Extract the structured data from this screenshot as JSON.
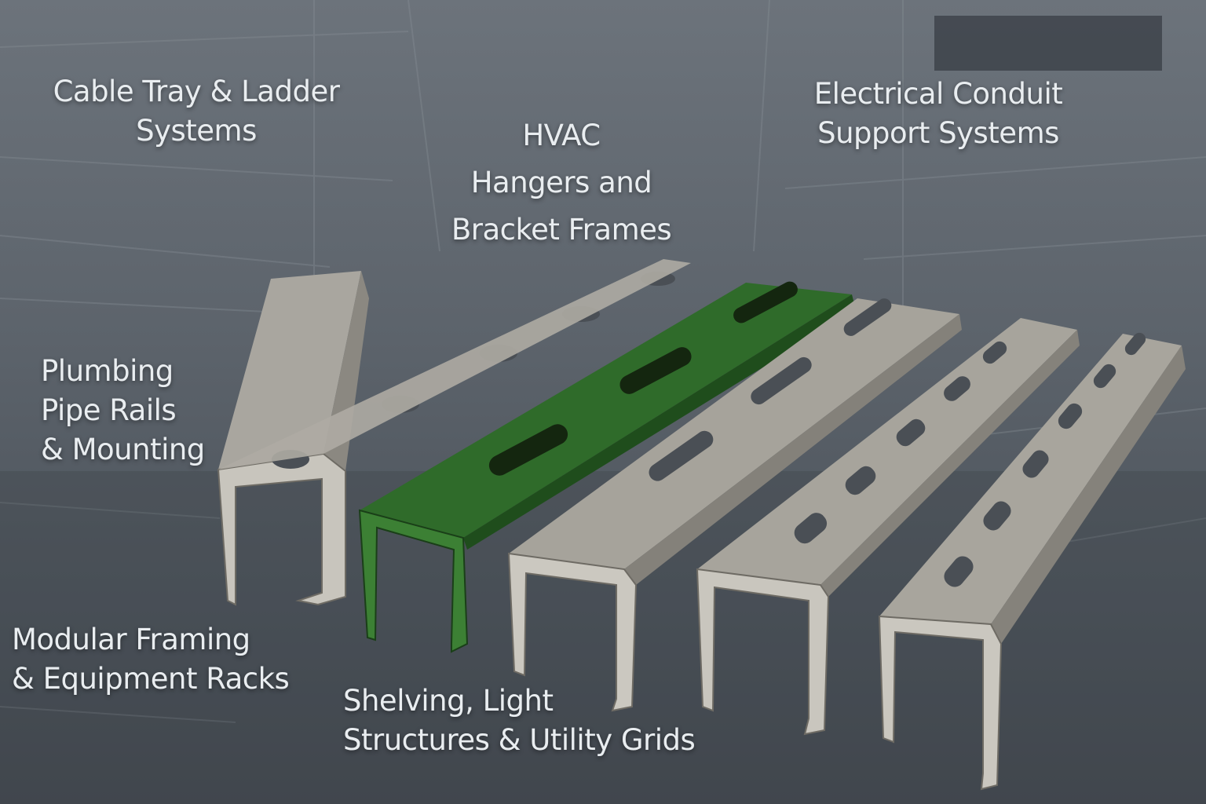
{
  "labels": {
    "cable_tray": [
      "Cable Tray & Ladder",
      "Systems"
    ],
    "hvac": [
      "HVAC",
      "Hangers and",
      "Bracket Frames"
    ],
    "electrical": [
      "Electrical Conduit",
      "Support Systems"
    ],
    "plumbing": [
      "Plumbing",
      "Pipe Rails",
      "& Mounting"
    ],
    "modular": [
      "Modular Framing",
      "& Equipment Racks"
    ],
    "shelving": [
      "Shelving, Light",
      "Structures & Utility Grids"
    ]
  },
  "colors": {
    "steel": "#a8a59d",
    "steel_dark": "#7e7b74",
    "green": "#2f6b2a",
    "green_dark": "#1f4d1c",
    "text": "#e9edf0"
  }
}
